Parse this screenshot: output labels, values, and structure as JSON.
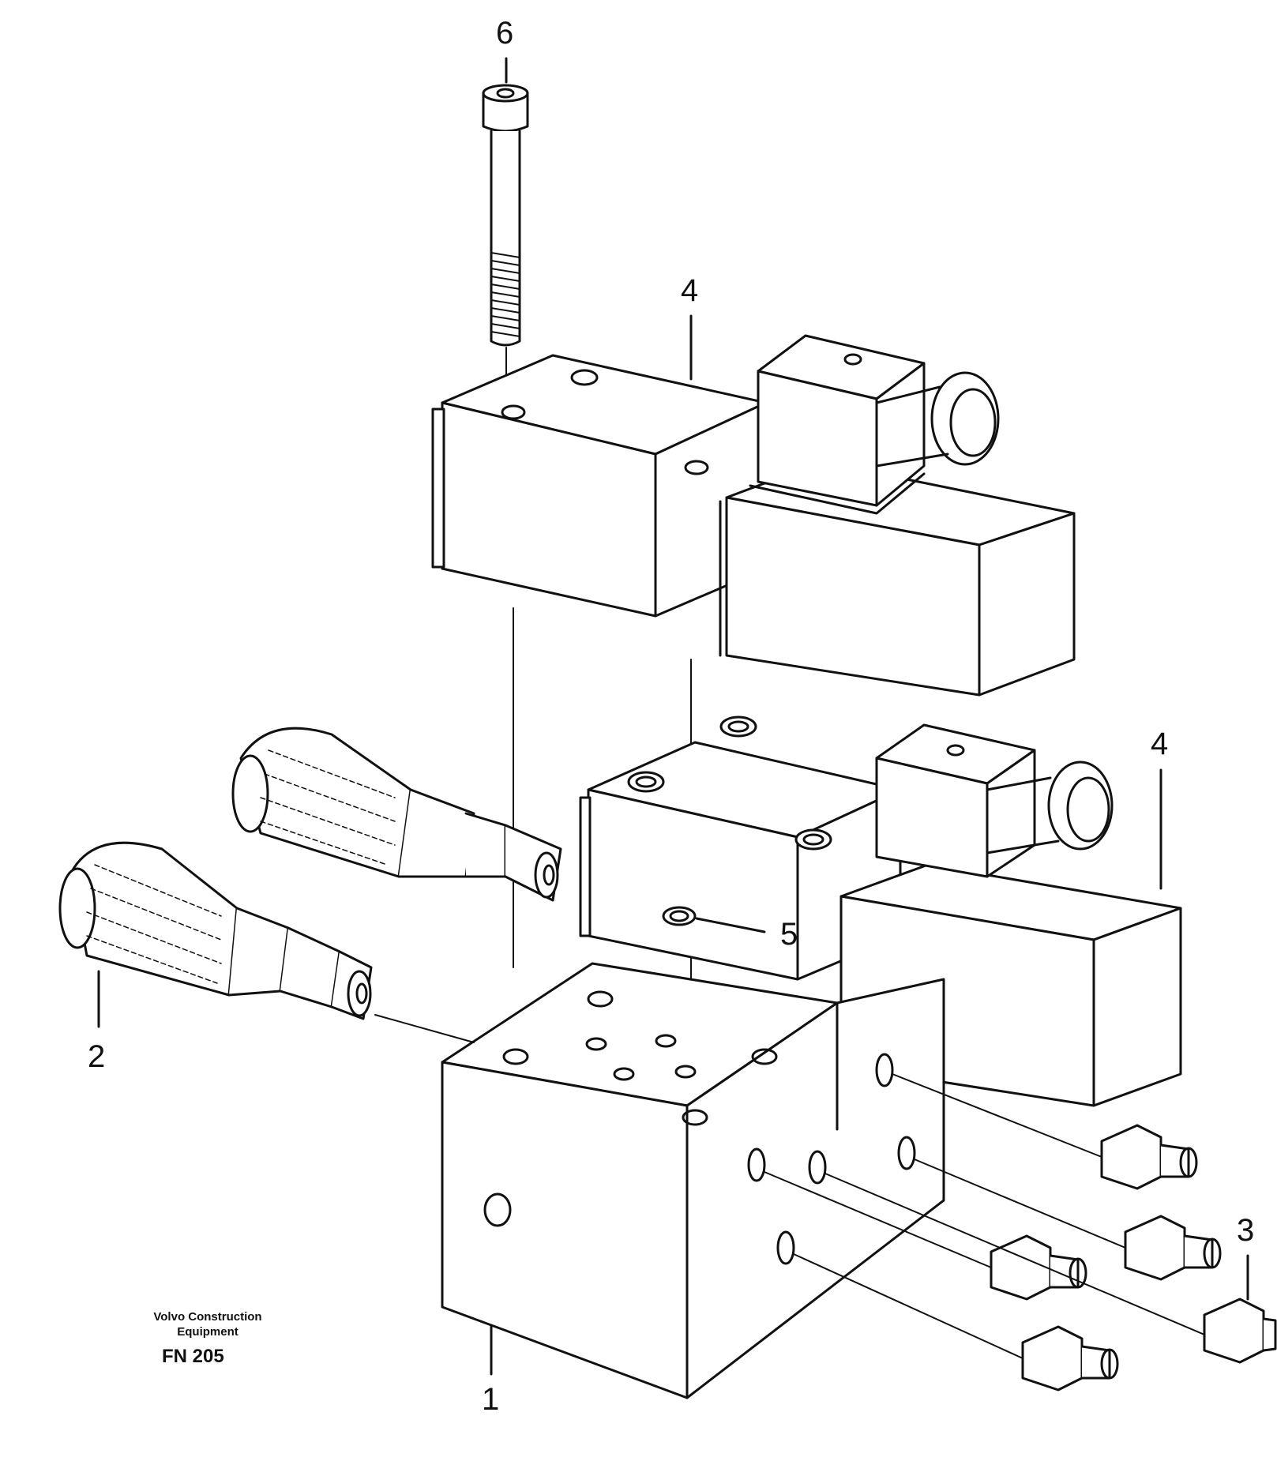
{
  "callouts": {
    "c1": "1",
    "c2": "2",
    "c3": "3",
    "c4a": "4",
    "c4b": "4",
    "c5": "5",
    "c6": "6"
  },
  "branding": {
    "line1": "Volvo Construction",
    "line2": "Equipment",
    "code": "FN 205"
  }
}
